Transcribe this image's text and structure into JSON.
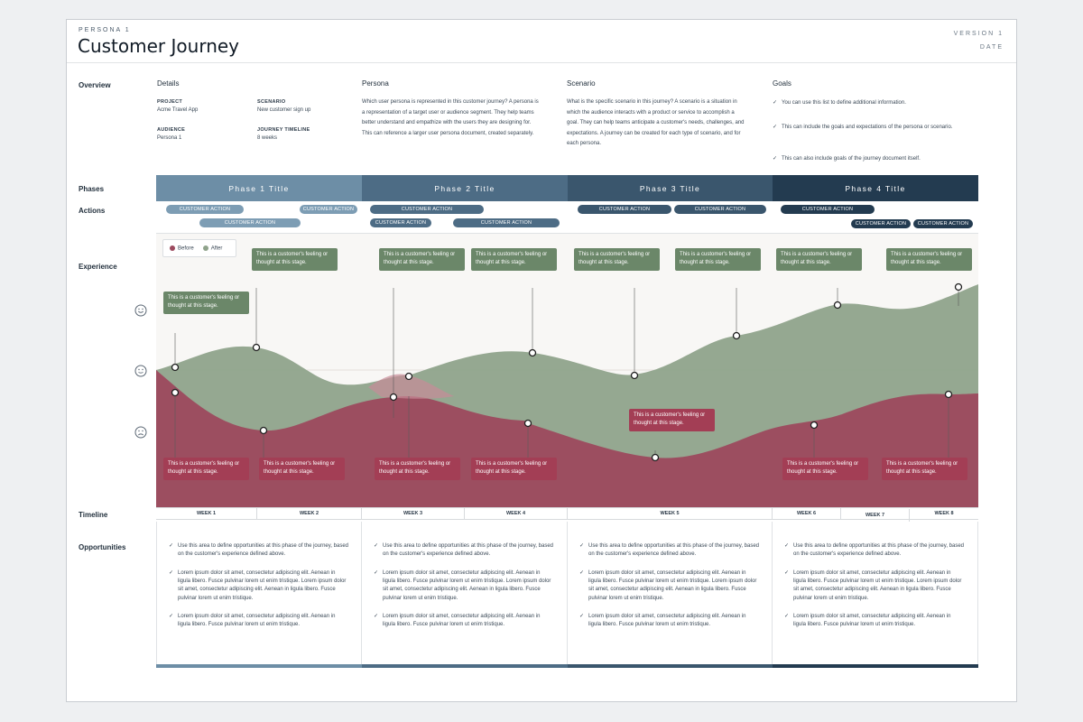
{
  "header": {
    "persona_label": "PERSONA 1",
    "title": "Customer Journey",
    "version": "VERSION 1",
    "date": "DATE"
  },
  "rows": {
    "overview": "Overview",
    "phases": "Phases",
    "actions": "Actions",
    "experience": "Experience",
    "timeline": "Timeline",
    "opportunities": "Opportunities"
  },
  "overview": {
    "details_title": "Details",
    "project_label": "PROJECT",
    "project_value": "Acme Travel App",
    "scenario_label": "SCENARIO",
    "scenario_value": "New customer sign up",
    "audience_label": "AUDIENCE",
    "audience_value": "Persona 1",
    "timeline_label": "JOURNEY TIMELINE",
    "timeline_value": "8 weeks",
    "persona_title": "Persona",
    "persona_text": "Which user persona is represented in this customer journey? A persona is a representation of a target user or audience segment. They help teams better understand and empathize with the users they are designing for. This can reference a larger user persona document, created separately.",
    "scenario_title": "Scenario",
    "scenario_text": "What is the specific scenario in this journey? A scenario is a situation in which the audience interacts with a product or service to accomplish a goal. They can help teams anticipate a customer's needs, challenges, and expectations. A journey can be created for each type of scenario, and for each persona.",
    "goals_title": "Goals",
    "goals": [
      "You can use this list to define additional information.",
      "This can include the goals and expectations of the persona or scenario.",
      "This can also include goals of the journey document itself."
    ]
  },
  "phases": [
    {
      "title": "Phase 1 Title",
      "color": "#6d8ea6"
    },
    {
      "title": "Phase 2 Title",
      "color": "#4d6c85"
    },
    {
      "title": "Phase 3 Title",
      "color": "#3a566d"
    },
    {
      "title": "Phase 4 Title",
      "color": "#233b50"
    }
  ],
  "action_label": "CUSTOMER ACTION",
  "legend": {
    "before": "Before",
    "after": "After",
    "before_color": "#9c4a5e",
    "after_color": "#8fa38b"
  },
  "feeling_text": "This is a customer's feeling or thought at this stage.",
  "weeks": [
    "WEEK 1",
    "WEEK 2",
    "WEEK 3",
    "WEEK 4",
    "WEEK 5",
    "WEEK 6",
    "WEEK 7",
    "WEEK 8"
  ],
  "opportunities": {
    "intro": "Use this area to define opportunities at this phase of the journey, based on the customer's experience defined above.",
    "lorem_long": "Lorem ipsum dolor sit amet, consectetur adipiscing elit. Aenean in ligula libero. Fusce pulvinar lorem ut enim tristique. Lorem ipsum dolor sit amet, consectetur adipiscing elit. Aenean in ligula libero. Fusce pulvinar lorem ut enim tristique.",
    "lorem_short": "Lorem ipsum dolor sit amet, consectetur adipiscing elit. Aenean in ligula libero. Fusce pulvinar lorem ut enim tristique."
  },
  "icons": {
    "happy": "smiley-happy-icon",
    "neutral": "smiley-neutral-icon",
    "sad": "smiley-sad-icon"
  }
}
